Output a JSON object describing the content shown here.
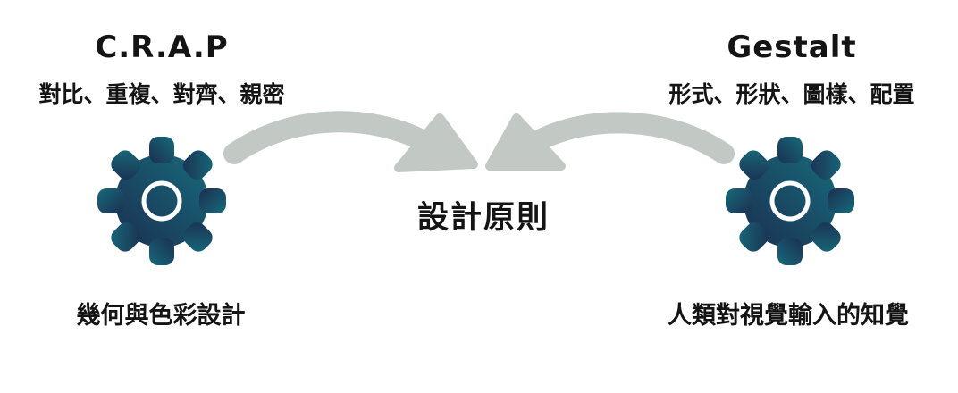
{
  "left": {
    "title": "C.R.A.P",
    "subtitle": "對比、重複、對齊、親密",
    "bottom_label": "幾何與色彩設計",
    "icon": "gear-icon"
  },
  "right": {
    "title": "Gestalt",
    "subtitle": "形式、形狀、圖樣、配置",
    "bottom_label": "人類對視覺輸入的知覺",
    "icon": "gear-icon"
  },
  "center": {
    "label": "設計原則"
  },
  "colors": {
    "gear_dark": "#1b2f52",
    "gear_light": "#176a7a",
    "arrow": "#c2c9c4",
    "text": "#141414"
  }
}
